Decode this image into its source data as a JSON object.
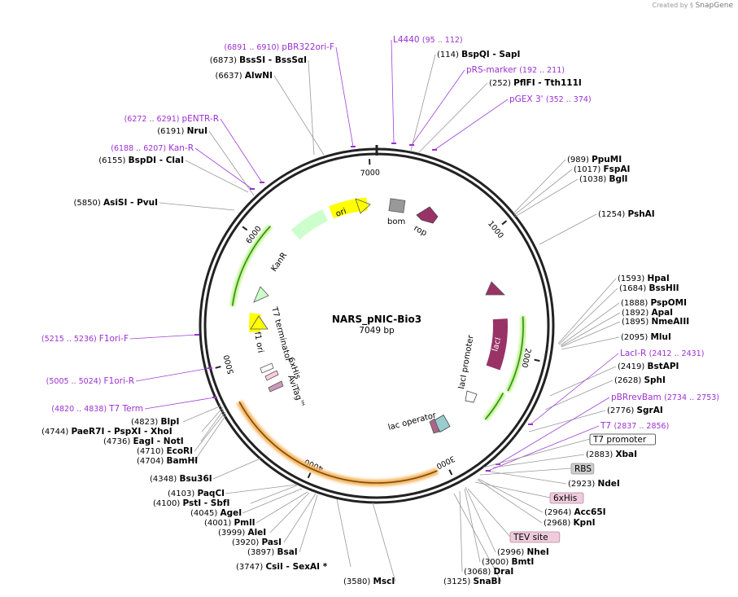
{
  "credit": {
    "prefix": "Created by",
    "brand": "SnapGene"
  },
  "plasmid": {
    "name": "NARS_pNIC-Bio3",
    "length_label": "7049 bp",
    "length": 7049
  },
  "ticks": [
    {
      "bp": 1000,
      "label": "1000"
    },
    {
      "bp": 2000,
      "label": "2000"
    },
    {
      "bp": 3000,
      "label": "3000"
    },
    {
      "bp": 4000,
      "label": "4000"
    },
    {
      "bp": 5000,
      "label": "5000"
    },
    {
      "bp": 6000,
      "label": "6000"
    },
    {
      "bp": 7000,
      "label": "7000"
    }
  ],
  "features": [
    {
      "name": "ori",
      "label": "ori",
      "color": "#ffff00",
      "style": "arrow"
    },
    {
      "name": "rop",
      "label": "rop",
      "color": "#993366",
      "style": "arrow"
    },
    {
      "name": "bom",
      "label": "bom",
      "color": "#999999",
      "style": "box"
    },
    {
      "name": "KanR",
      "label": "KanR",
      "color": "#ccffcc",
      "style": "arrow"
    },
    {
      "name": "lacI",
      "label": "lacI",
      "color": "#993366",
      "style": "arrow"
    },
    {
      "name": "lacI-promoter",
      "label": "lacI promoter",
      "color": "#ffffff",
      "style": "arrow"
    },
    {
      "name": "lac-operator",
      "label": "lac operator",
      "color": "#99cccc",
      "style": "box"
    },
    {
      "name": "f1-ori",
      "label": "f1 ori",
      "color": "#ffff00",
      "style": "arrow"
    },
    {
      "name": "T7-terminator",
      "label": "T7 terminator",
      "color": "#ffffff",
      "style": "box"
    },
    {
      "name": "6xHis-inner",
      "label": "6xHis",
      "color": "#ffccdd",
      "style": "box"
    },
    {
      "name": "AviTag",
      "label": "AviTag™",
      "color": "#cc99bb",
      "style": "arrow"
    }
  ],
  "site_labels": [
    {
      "pos": "(6873)",
      "name": "BssSI  - BssSαI"
    },
    {
      "pos": "(6637)",
      "name": "AlwNI"
    },
    {
      "pos": "(6191)",
      "name": "NruI"
    },
    {
      "pos": "(6155)",
      "name": "BspDI  - ClaI"
    },
    {
      "pos": "(5850)",
      "name": "AsiSI  - PvuI"
    },
    {
      "pos": "(114)",
      "name": "BspQI  - SapI"
    },
    {
      "pos": "(252)",
      "name": "PflFI  - Tth111I"
    },
    {
      "pos": "(989)",
      "name": "PpuMI"
    },
    {
      "pos": "(1017)",
      "name": "FspAI"
    },
    {
      "pos": "(1038)",
      "name": "BglI"
    },
    {
      "pos": "(1254)",
      "name": "PshAI"
    },
    {
      "pos": "(1593)",
      "name": "HpaI"
    },
    {
      "pos": "(1684)",
      "name": "BssHII"
    },
    {
      "pos": "(1888)",
      "name": "PspOMI"
    },
    {
      "pos": "(1892)",
      "name": "ApaI"
    },
    {
      "pos": "(1895)",
      "name": "NmeAIII"
    },
    {
      "pos": "(2095)",
      "name": "MluI"
    },
    {
      "pos": "(2419)",
      "name": "BstAPI"
    },
    {
      "pos": "(2628)",
      "name": "SphI"
    },
    {
      "pos": "(2776)",
      "name": "SgrAI"
    },
    {
      "pos": "(2883)",
      "name": "XbaI"
    },
    {
      "pos": "(2923)",
      "name": "NdeI"
    },
    {
      "pos": "(2964)",
      "name": "Acc65I"
    },
    {
      "pos": "(2968)",
      "name": "KpnI"
    },
    {
      "pos": "(2996)",
      "name": "NheI"
    },
    {
      "pos": "(3000)",
      "name": "BmtI"
    },
    {
      "pos": "(3068)",
      "name": "DraI"
    },
    {
      "pos": "(3125)",
      "name": "SnaBI"
    },
    {
      "pos": "(3580)",
      "name": "MscI"
    },
    {
      "pos": "(3747)",
      "name": "CsiI  - SexAI *"
    },
    {
      "pos": "(3897)",
      "name": "BsaI"
    },
    {
      "pos": "(3920)",
      "name": "PasI"
    },
    {
      "pos": "(3999)",
      "name": "AleI"
    },
    {
      "pos": "(4001)",
      "name": "PmlI"
    },
    {
      "pos": "(4045)",
      "name": "AgeI"
    },
    {
      "pos": "(4100)",
      "name": "PstI  - SbfI"
    },
    {
      "pos": "(4103)",
      "name": "PaqCI"
    },
    {
      "pos": "(4348)",
      "name": "Bsu36I"
    },
    {
      "pos": "(4704)",
      "name": "BamHI"
    },
    {
      "pos": "(4710)",
      "name": "EcoRI"
    },
    {
      "pos": "(4736)",
      "name": "EagI  - NotI"
    },
    {
      "pos": "(4744)",
      "name": "PaeR7I  - PspXI  - XhoI"
    },
    {
      "pos": "(4823)",
      "name": "BlpI"
    }
  ],
  "primer_labels": [
    {
      "name": "pBR322ori-F",
      "range": "(6891 .. 6910)"
    },
    {
      "name": "pENTR-R",
      "range": "(6272 .. 6291)"
    },
    {
      "name": "Kan-R",
      "range": "(6188 .. 6207)"
    },
    {
      "name": "L4440",
      "range": "(95 .. 112)"
    },
    {
      "name": "pRS-marker",
      "range": "(192 .. 211)"
    },
    {
      "name": "pGEX 3'",
      "range": "(352 .. 374)"
    },
    {
      "name": "LacI-R",
      "range": "(2412 .. 2431)"
    },
    {
      "name": "pBRrevBam",
      "range": "(2734 .. 2753)"
    },
    {
      "name": "T7",
      "range": "(2837 .. 2856)"
    },
    {
      "name": "F1ori-F",
      "range": "(5215 .. 5236)"
    },
    {
      "name": "F1ori-R",
      "range": "(5005 .. 5024)"
    },
    {
      "name": "T7 Term",
      "range": "(4820 .. 4838)"
    }
  ],
  "feature_tags": [
    {
      "label": "T7 promoter",
      "color": "#ffffff"
    },
    {
      "label": "RBS",
      "color": "#cccccc"
    },
    {
      "label": "6xHis",
      "color": "#eeccdd"
    },
    {
      "label": "TEV site",
      "color": "#eeccdd"
    }
  ]
}
